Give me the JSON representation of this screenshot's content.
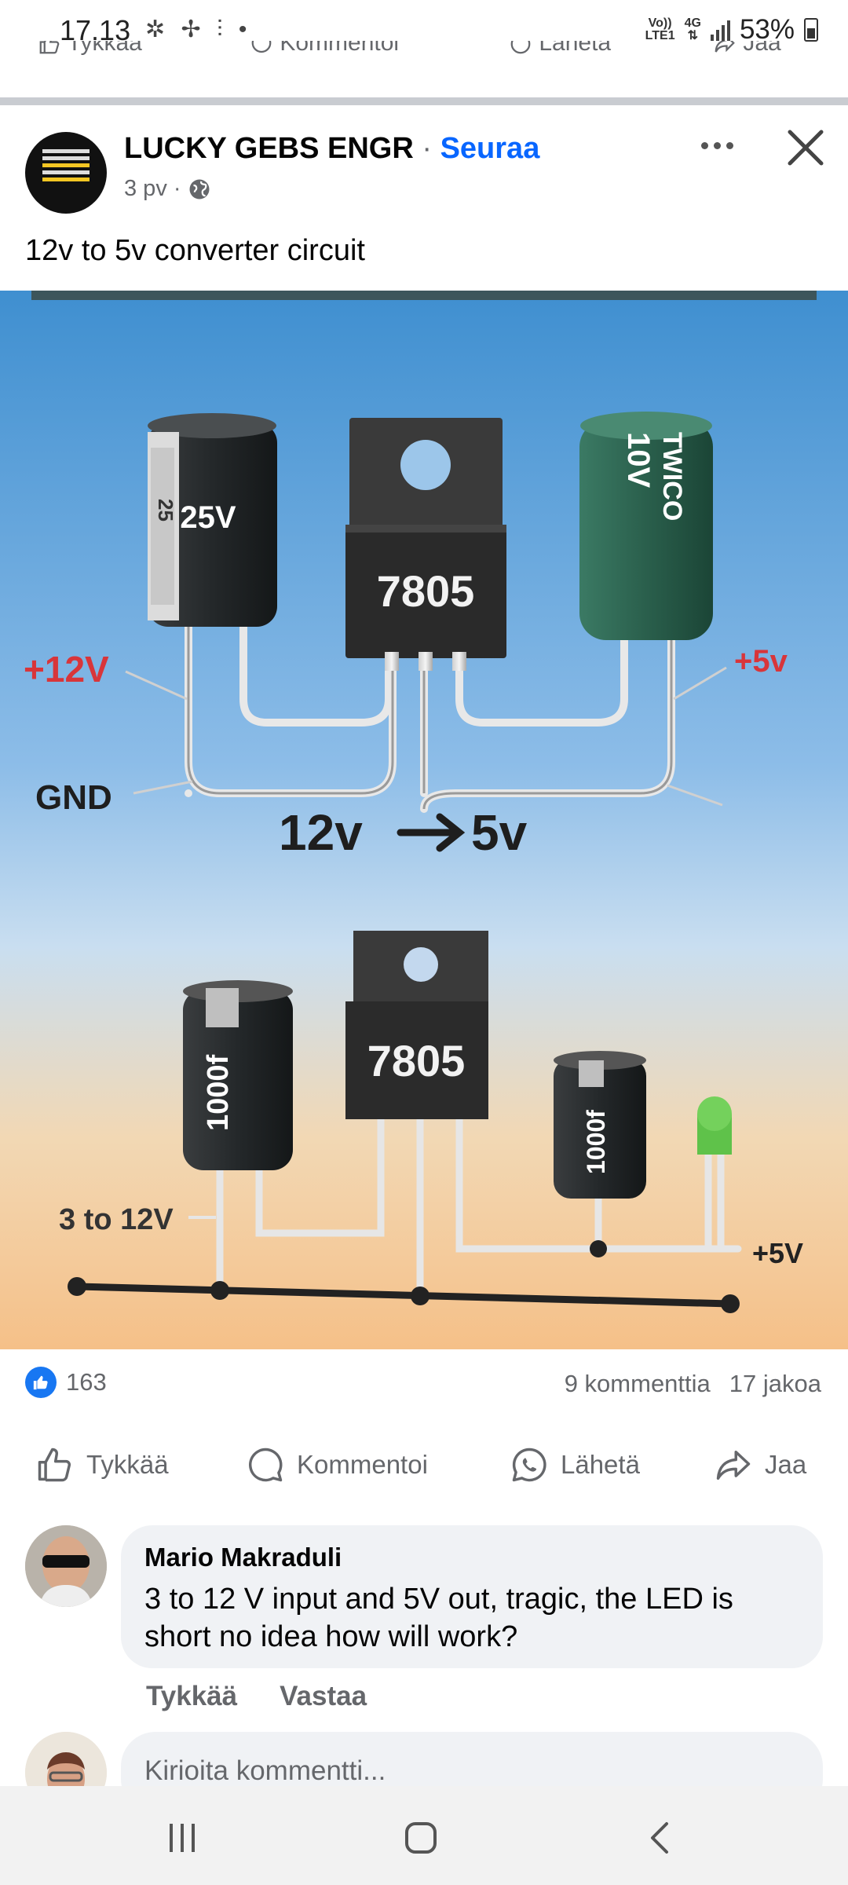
{
  "status_bar": {
    "time": "17.13",
    "notification_icons": [
      "slack-icon",
      "pinwheel-icon",
      "audio-wave-icon",
      "dot-icon"
    ],
    "network_volte": "Vo))",
    "network_lte": "LTE1",
    "network_type": "4G",
    "battery_percent": "53%"
  },
  "previous_post_actions": [
    "Tykkää",
    "Kommentoi",
    "Lähetä",
    "Jaa"
  ],
  "post": {
    "author": "LUCKY GEBS ENGR",
    "separator": "·",
    "follow_label": "Seuraa",
    "time_ago": "3 pv",
    "meta_separator": "·",
    "audience_icon": "globe-icon",
    "text": "12v to 5v converter circuit",
    "image": {
      "top_labels": {
        "plus12": "+12V",
        "gnd": "GND",
        "plus5": "+5v",
        "cap1": "25V",
        "cap1_side": "25",
        "regulator": "7805",
        "cap2_brand": "TWICO",
        "cap2_voltage": "10V",
        "conversion_left": "12v",
        "conversion_right": "5v"
      },
      "bottom_labels": {
        "cap_left": "1000f",
        "regulator": "7805",
        "cap_right": "1000f",
        "input": "3 to 12V",
        "output": "+5V"
      }
    },
    "reactions": {
      "count": "163",
      "type": "like"
    },
    "comments_count": "9 kommenttia",
    "shares_count": "17 jakoa",
    "actions": {
      "like": "Tykkää",
      "comment": "Kommentoi",
      "send": "Lähetä",
      "share": "Jaa"
    }
  },
  "comment": {
    "author": "Mario Makraduli",
    "text": "3 to 12 V input and 5V out, tragic, the LED is short no idea how will work?",
    "like_label": "Tykkää",
    "reply_label": "Vastaa"
  },
  "composer": {
    "placeholder": "Kirioita kommentti..."
  },
  "colors": {
    "accent": "#0866ff",
    "like_blue": "#1877f2",
    "secondary_text": "#65676b",
    "bubble": "#f0f2f5"
  }
}
